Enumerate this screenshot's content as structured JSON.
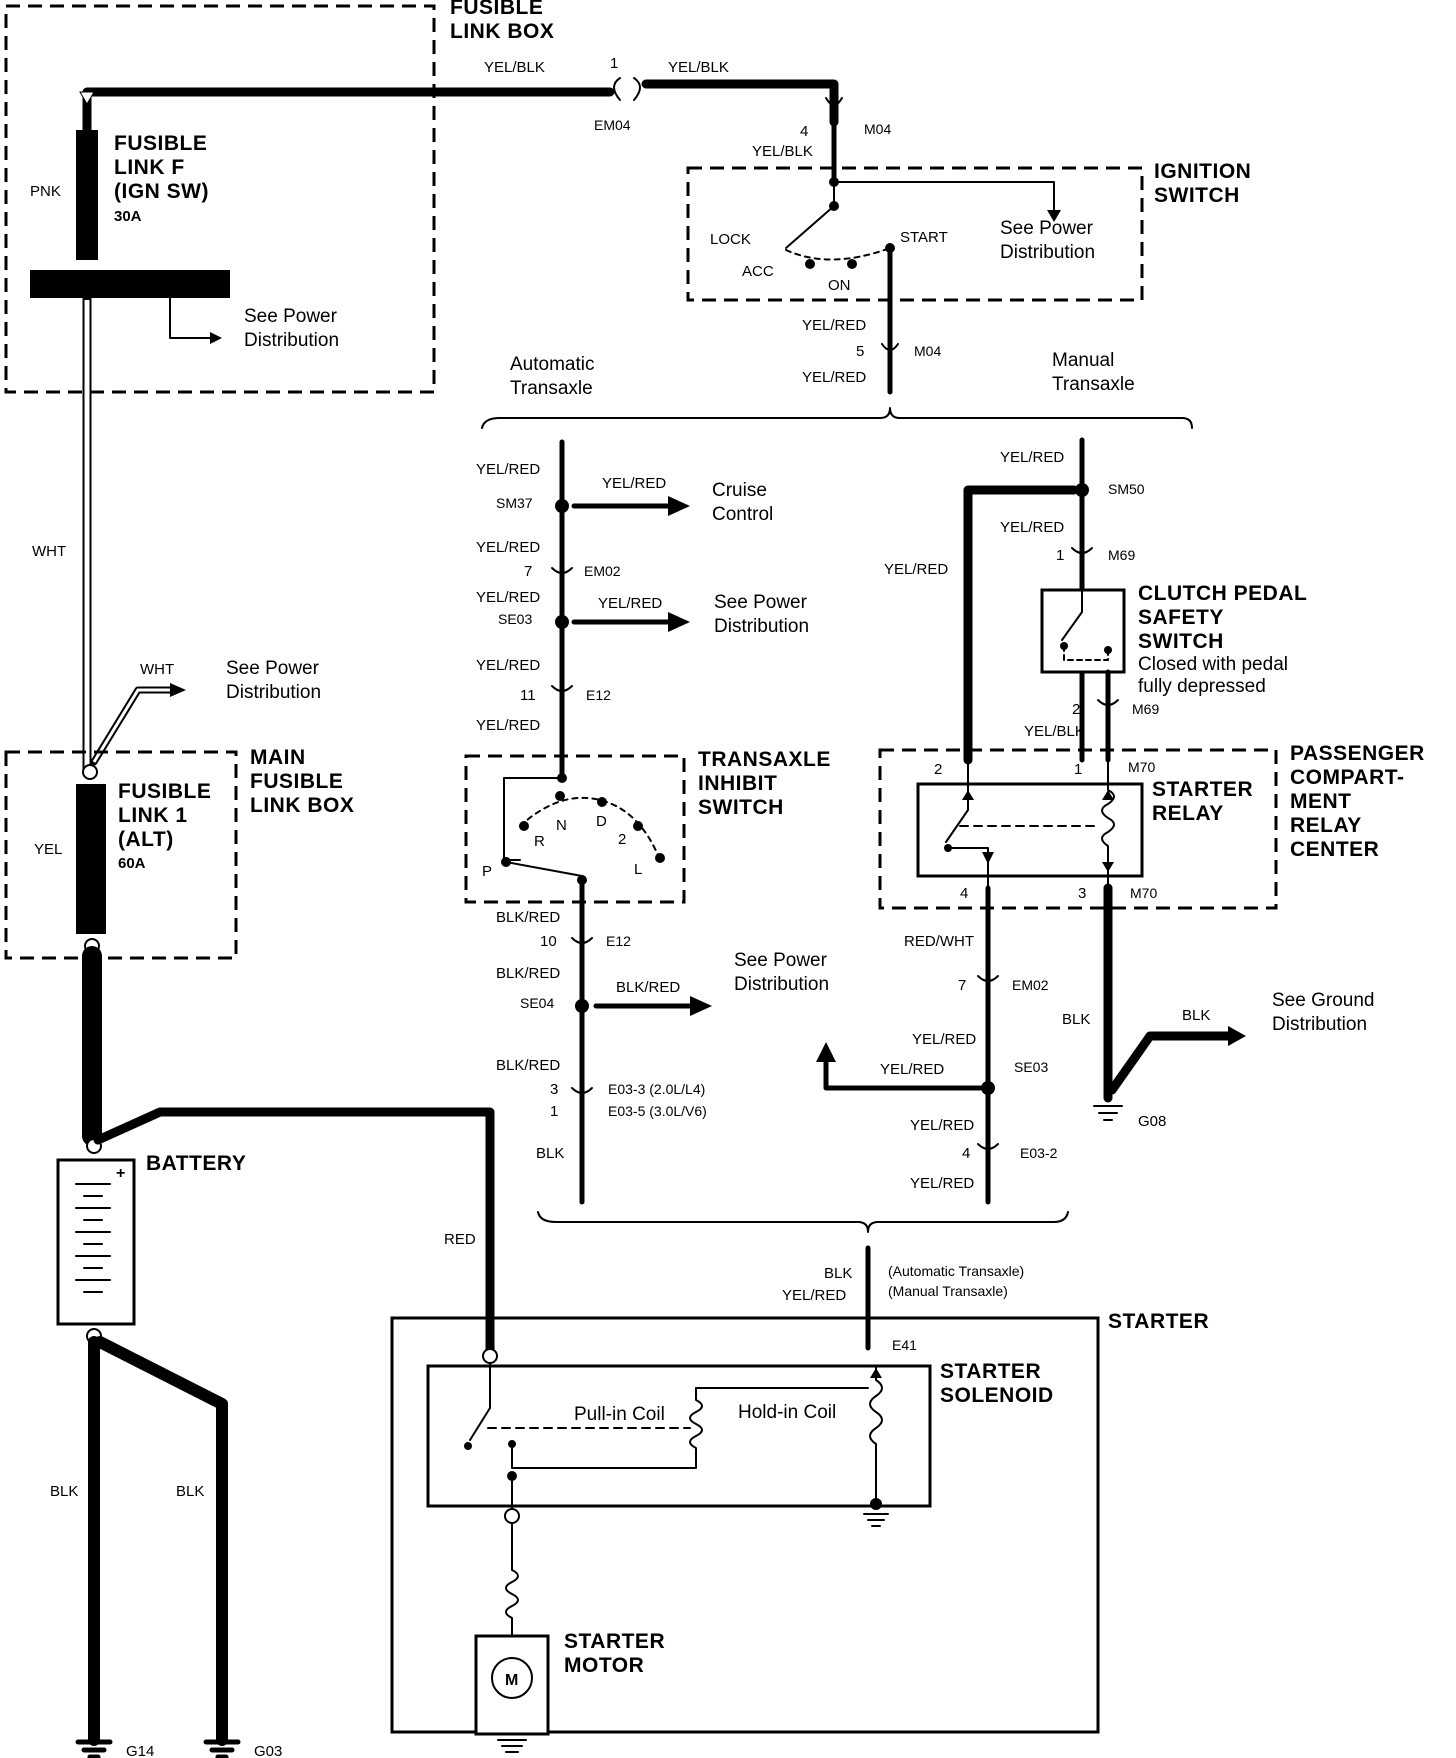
{
  "components": {
    "fusible_link_box": [
      "FUSIBLE",
      "LINK BOX"
    ],
    "fusible_link_f": [
      "FUSIBLE",
      "LINK F",
      "(IGN SW)"
    ],
    "fusible_link_f_rating": "30A",
    "ignition_switch": [
      "IGNITION",
      "SWITCH"
    ],
    "main_fusible_link_box": [
      "MAIN",
      "FUSIBLE",
      "LINK BOX"
    ],
    "fusible_link_1": [
      "FUSIBLE",
      "LINK 1",
      "(ALT)"
    ],
    "fusible_link_1_rating": "60A",
    "battery": "BATTERY",
    "transaxle_inhibit_switch": [
      "TRANSAXLE",
      "INHIBIT",
      "SWITCH"
    ],
    "clutch_pedal_safety_switch": [
      "CLUTCH PEDAL",
      "SAFETY",
      "SWITCH"
    ],
    "clutch_note": [
      "Closed with pedal",
      "fully depressed"
    ],
    "passenger_relay_center": [
      "PASSENGER",
      "COMPART-",
      "MENT",
      "RELAY",
      "CENTER"
    ],
    "starter_relay": [
      "STARTER",
      "RELAY"
    ],
    "starter": "STARTER",
    "starter_solenoid": [
      "STARTER",
      "SOLENOID"
    ],
    "pull_in_coil": "Pull-in Coil",
    "hold_in_coil": "Hold-in Coil",
    "starter_motor": [
      "STARTER",
      "MOTOR"
    ],
    "motor_symbol": "M"
  },
  "ignition_positions": {
    "lock": "LOCK",
    "acc": "ACC",
    "on": "ON",
    "start": "START"
  },
  "gear_positions": {
    "p": "P",
    "r": "R",
    "n": "N",
    "d": "D",
    "two": "2",
    "l": "L"
  },
  "references": {
    "see_power_distribution": [
      "See Power",
      "Distribution"
    ],
    "see_ground_distribution": [
      "See Ground",
      "Distribution"
    ],
    "cruise_control": [
      "Cruise",
      "Control"
    ]
  },
  "branches": {
    "automatic": [
      "Automatic",
      "Transaxle"
    ],
    "manual": [
      "Manual",
      "Transaxle"
    ],
    "automatic_note": "(Automatic Transaxle)",
    "manual_note": "(Manual Transaxle)"
  },
  "wire_colors": {
    "yel_blk": "YEL/BLK",
    "yel_red": "YEL/RED",
    "blk_red": "BLK/RED",
    "red_wht": "RED/WHT",
    "pnk": "PNK",
    "wht": "WHT",
    "yel": "YEL",
    "blk": "BLK",
    "red": "RED"
  },
  "connectors": {
    "em04": "EM04",
    "m04": "M04",
    "sm37": "SM37",
    "em02": "EM02",
    "se03": "SE03",
    "e12": "E12",
    "se04": "SE04",
    "e03_3": "E03-3 (2.0L/L4)",
    "e03_5": "E03-5 (3.0L/V6)",
    "sm50": "SM50",
    "m69": "M69",
    "m70": "M70",
    "e03_2": "E03-2",
    "e41": "E41"
  },
  "pins": {
    "p1": "1",
    "p2": "2",
    "p3": "3",
    "p4": "4",
    "p5": "5",
    "p7": "7",
    "p10": "10",
    "p11": "11"
  },
  "grounds": {
    "g08": "G08",
    "g14": "G14",
    "g03": "G03"
  },
  "battery_plus": "+"
}
